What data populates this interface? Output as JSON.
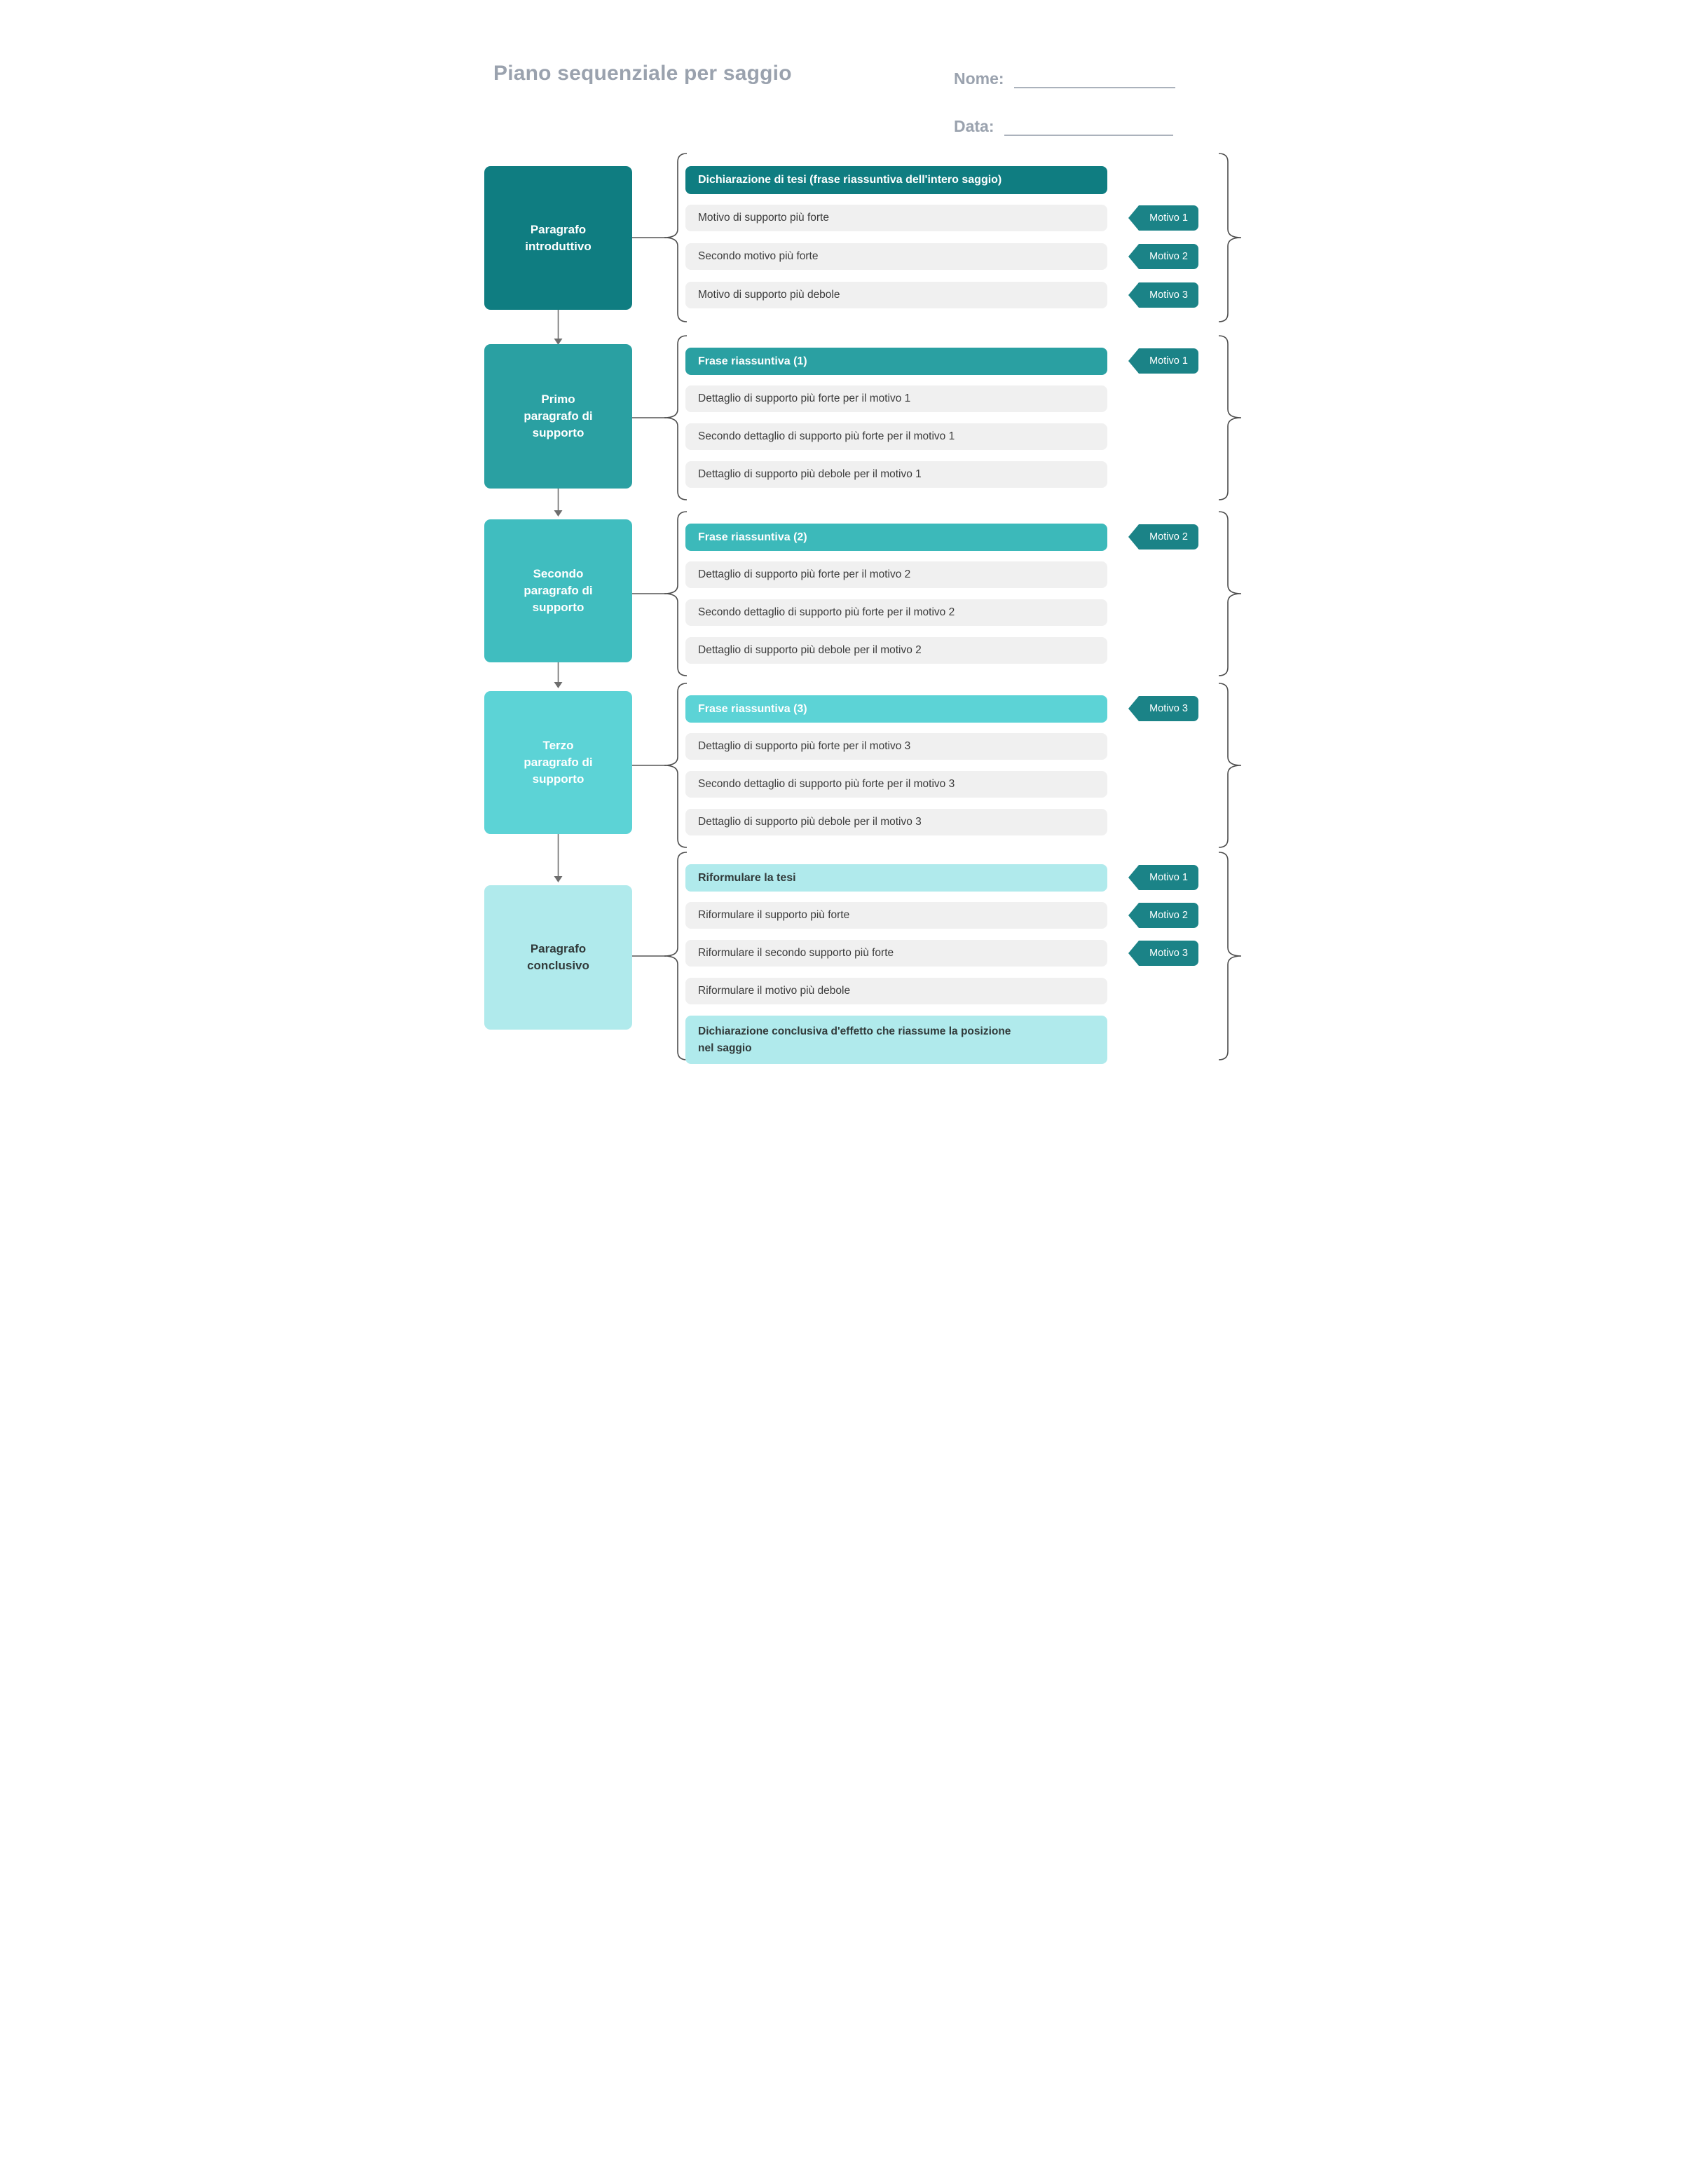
{
  "page": {
    "title": "Piano sequenziale per saggio"
  },
  "header_fields": {
    "name_label": "Nome:",
    "date_label": "Data:"
  },
  "flow_boxes": [
    {
      "label": "Paragrafo introduttivo"
    },
    {
      "label": "Primo paragrafo di supporto"
    },
    {
      "label": "Secondo paragrafo di supporto"
    },
    {
      "label": "Terzo paragrafo di supporto"
    },
    {
      "label": "Paragrafo conclusivo"
    }
  ],
  "groups": [
    {
      "header": "Dichiarazione di tesi (frase riassuntiva dell'intero saggio)",
      "rows": [
        "Motivo di supporto più forte",
        "Secondo motivo più forte",
        "Motivo di supporto più debole"
      ],
      "tags": [
        "Motivo 1",
        "Motivo 2",
        "Motivo 3"
      ]
    },
    {
      "header": "Frase riassuntiva (1)",
      "rows": [
        "Dettaglio di supporto più forte per il motivo 1",
        "Secondo dettaglio di supporto più forte per il motivo 1",
        "Dettaglio di supporto più debole per il motivo 1"
      ],
      "tags": [
        "Motivo 1"
      ]
    },
    {
      "header": "Frase riassuntiva (2)",
      "rows": [
        "Dettaglio di supporto più forte per il motivo 2",
        "Secondo dettaglio di supporto più forte per il motivo 2",
        "Dettaglio di supporto più debole per il motivo 2"
      ],
      "tags": [
        "Motivo 2"
      ]
    },
    {
      "header": "Frase riassuntiva (3)",
      "rows": [
        "Dettaglio di supporto più forte per il motivo 3",
        "Secondo dettaglio di supporto più forte per il motivo 3",
        "Dettaglio di supporto più debole per il motivo 3"
      ],
      "tags": [
        "Motivo 3"
      ]
    },
    {
      "header": "Riformulare la tesi",
      "rows": [
        "Riformulare il supporto più forte",
        "Riformulare il secondo supporto più forte",
        "Riformulare il motivo più debole"
      ],
      "final_row": "Dichiarazione conclusiva d'effetto che riassume la posizione nel saggio",
      "tags": [
        "Motivo 1",
        "Motivo 2",
        "Motivo 3"
      ]
    }
  ],
  "colors": {
    "teal_darkest": "#0f7d81",
    "teal_dark": "#2aa0a2",
    "teal_medium": "#3cb9ba",
    "teal_light": "#5cd3d6",
    "teal_pale": "#b0eaec",
    "tag_teal": "#1b8387",
    "row_gray": "#f0f0f0",
    "title_gray": "#9aa2ae"
  }
}
